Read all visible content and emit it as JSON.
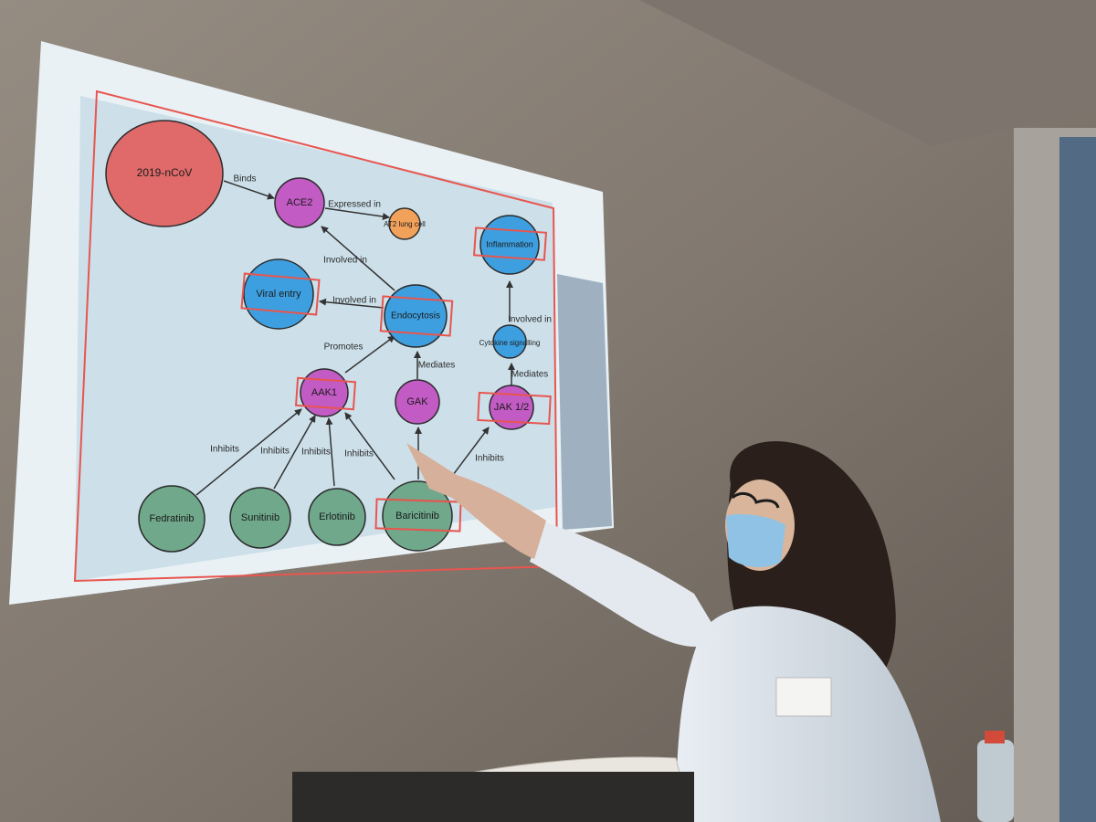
{
  "diagram": {
    "nodes": {
      "virus": "2019-nCoV",
      "ace2": "ACE2",
      "at2": "AT2 lung cell",
      "inflammation": "Inflammation",
      "viral_entry": "Viral entry",
      "endocytosis": "Endocytosis",
      "aak1": "AAK1",
      "gak": "GAK",
      "cytokine": "Cytokine signalling",
      "jak": "JAK 1/2",
      "fedratinib": "Fedratinib",
      "sunitinib": "Sunitinib",
      "erlotinib": "Erlotinib",
      "baricitinib": "Baricitinib"
    },
    "edges": {
      "binds": "Binds",
      "expressed_in": "Expressed in",
      "involved_in_1": "Involved in",
      "involved_in_2": "Involved in",
      "involved_in_3": "Involved in",
      "promotes": "Promotes",
      "mediates_1": "Mediates",
      "mediates_2": "Mediates",
      "inhibits_1": "Inhibits",
      "inhibits_2": "Inhibits",
      "inhibits_3": "Inhibits",
      "inhibits_4": "Inhibits",
      "inhibits_5": "Inhibits"
    }
  },
  "colors": {
    "virus": "#e06a6a",
    "target": "#c25bc4",
    "process": "#3d9fe0",
    "drug": "#6fa88a",
    "cell": "#f2a15a",
    "highlight_box": "#e8554f",
    "slide_background": "#cde0ea"
  }
}
